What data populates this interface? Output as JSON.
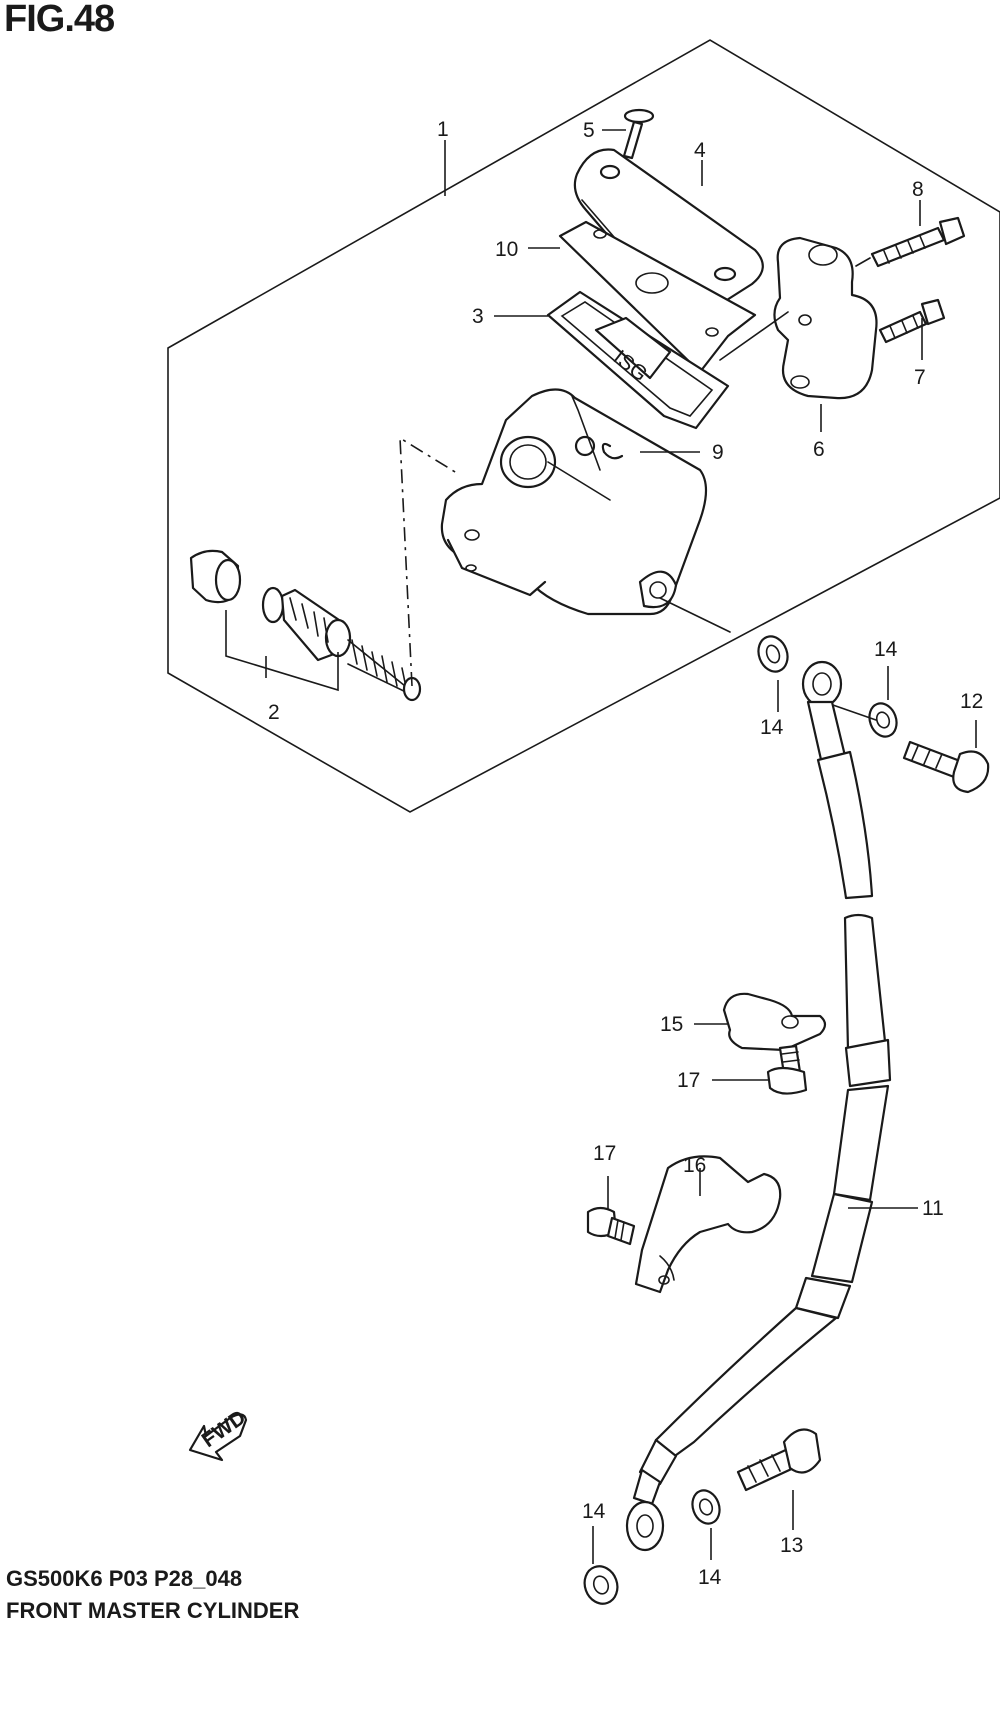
{
  "figure": {
    "title": "FIG.48",
    "model_code": "GS500K6 P03 P28_048",
    "name": "FRONT MASTER CYLINDER",
    "fwd_label": "FWD"
  },
  "callouts": [
    {
      "id": "c1",
      "label": "1"
    },
    {
      "id": "c2",
      "label": "2"
    },
    {
      "id": "c3",
      "label": "3"
    },
    {
      "id": "c4",
      "label": "4"
    },
    {
      "id": "c5",
      "label": "5"
    },
    {
      "id": "c6",
      "label": "6"
    },
    {
      "id": "c7",
      "label": "7"
    },
    {
      "id": "c8",
      "label": "8"
    },
    {
      "id": "c9",
      "label": "9"
    },
    {
      "id": "c10",
      "label": "10"
    },
    {
      "id": "c11",
      "label": "11"
    },
    {
      "id": "c12",
      "label": "12"
    },
    {
      "id": "c13",
      "label": "13"
    },
    {
      "id": "c14a",
      "label": "14"
    },
    {
      "id": "c14b",
      "label": "14"
    },
    {
      "id": "c14c",
      "label": "14"
    },
    {
      "id": "c14d",
      "label": "14"
    },
    {
      "id": "c15",
      "label": "15"
    },
    {
      "id": "c16",
      "label": "16"
    },
    {
      "id": "c17a",
      "label": "17"
    },
    {
      "id": "c17b",
      "label": "17"
    }
  ]
}
